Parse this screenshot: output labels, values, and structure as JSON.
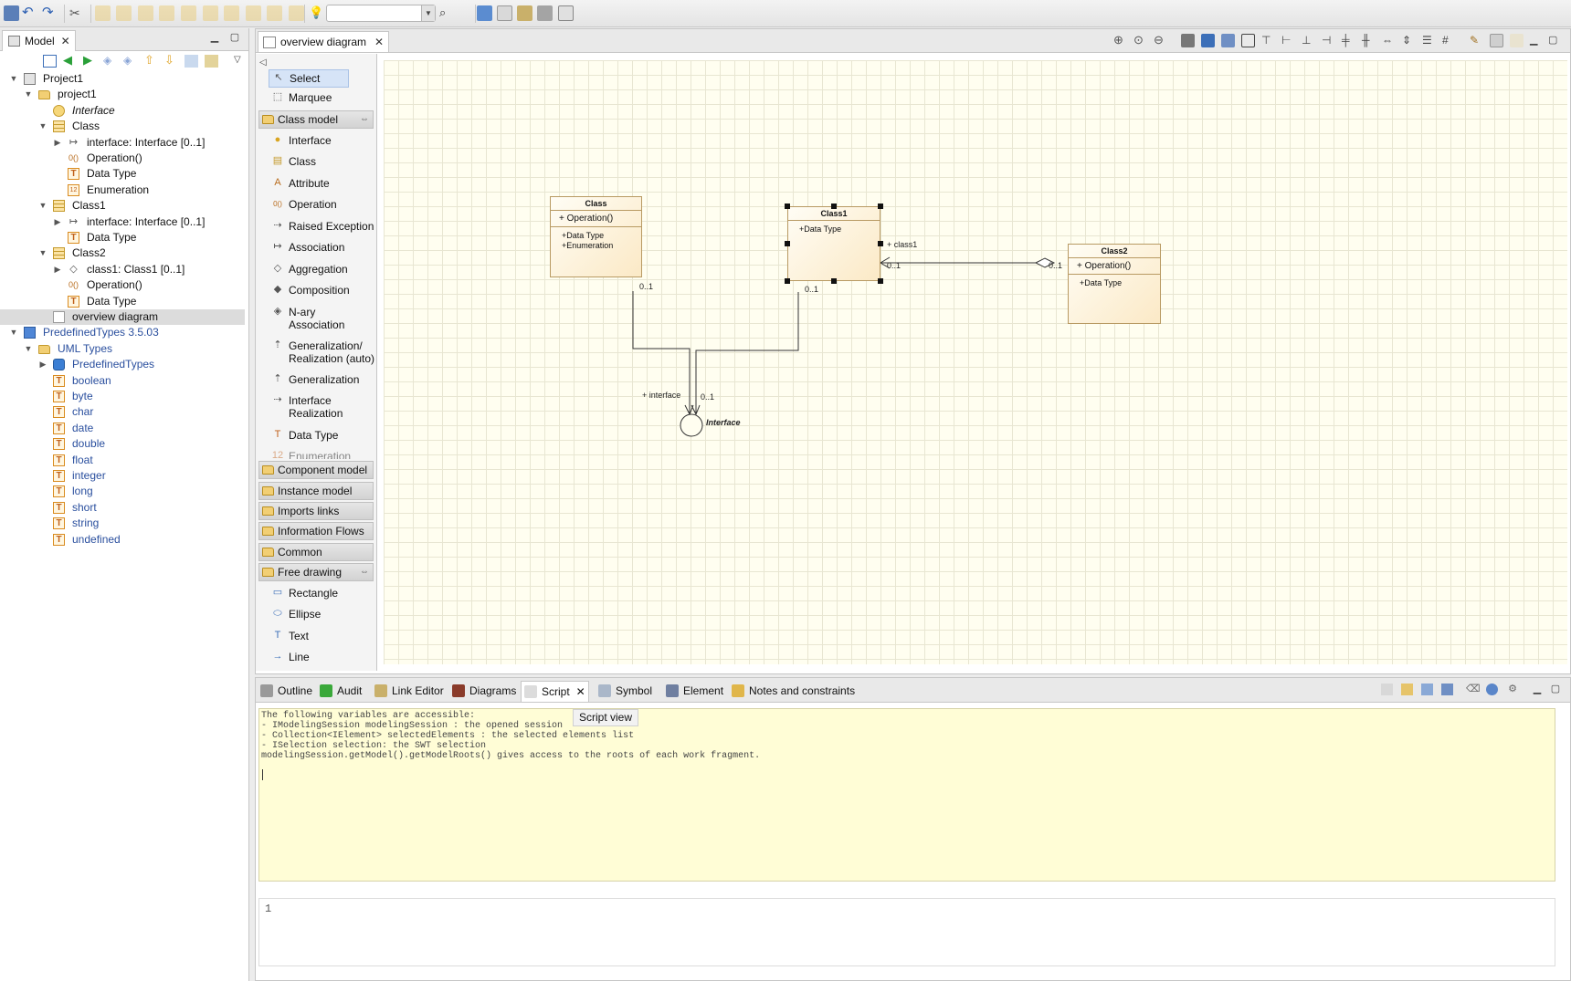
{
  "toolbar": {
    "combo_value": ""
  },
  "model_panel": {
    "tab_label": "Model",
    "tree": [
      {
        "label": "Project1",
        "icon": "project-icon",
        "depth": 0,
        "twisty": "open"
      },
      {
        "label": "project1",
        "icon": "folder-icon",
        "depth": 1,
        "twisty": "open"
      },
      {
        "label": "Interface",
        "icon": "interface-icon",
        "depth": 2,
        "twisty": "",
        "italic": true
      },
      {
        "label": "Class",
        "icon": "class-icon",
        "depth": 2,
        "twisty": "open"
      },
      {
        "label": "interface: Interface [0..1]",
        "icon": "association-end-icon",
        "depth": 3,
        "twisty": "closed"
      },
      {
        "label": "Operation()",
        "icon": "operation-icon",
        "depth": 3,
        "twisty": ""
      },
      {
        "label": "Data Type",
        "icon": "datatype-icon",
        "depth": 3,
        "twisty": ""
      },
      {
        "label": "Enumeration",
        "icon": "enumeration-icon",
        "depth": 3,
        "twisty": ""
      },
      {
        "label": "Class1",
        "icon": "class-icon",
        "depth": 2,
        "twisty": "open"
      },
      {
        "label": "interface: Interface [0..1]",
        "icon": "association-end-icon",
        "depth": 3,
        "twisty": "closed"
      },
      {
        "label": "Data Type",
        "icon": "datatype-icon",
        "depth": 3,
        "twisty": ""
      },
      {
        "label": "Class2",
        "icon": "class-icon",
        "depth": 2,
        "twisty": "open"
      },
      {
        "label": "class1: Class1 [0..1]",
        "icon": "aggregation-end-icon",
        "depth": 3,
        "twisty": "closed"
      },
      {
        "label": "Operation()",
        "icon": "operation-icon",
        "depth": 3,
        "twisty": ""
      },
      {
        "label": "Data Type",
        "icon": "datatype-icon",
        "depth": 3,
        "twisty": ""
      },
      {
        "label": "overview diagram",
        "icon": "diagram-icon",
        "depth": 2,
        "twisty": "",
        "selected": true
      },
      {
        "label": "PredefinedTypes 3.5.03",
        "icon": "predefined-types-icon",
        "depth": 0,
        "twisty": "open",
        "blue": true
      },
      {
        "label": "UML Types",
        "icon": "folder-icon",
        "depth": 1,
        "twisty": "open",
        "blue": true
      },
      {
        "label": "PredefinedTypes",
        "icon": "package-icon",
        "depth": 2,
        "twisty": "closed",
        "blue": true
      },
      {
        "label": "boolean",
        "icon": "datatype-icon",
        "depth": 2,
        "twisty": "",
        "blue": true
      },
      {
        "label": "byte",
        "icon": "datatype-icon",
        "depth": 2,
        "twisty": "",
        "blue": true
      },
      {
        "label": "char",
        "icon": "datatype-icon",
        "depth": 2,
        "twisty": "",
        "blue": true
      },
      {
        "label": "date",
        "icon": "datatype-icon",
        "depth": 2,
        "twisty": "",
        "blue": true
      },
      {
        "label": "double",
        "icon": "datatype-icon",
        "depth": 2,
        "twisty": "",
        "blue": true
      },
      {
        "label": "float",
        "icon": "datatype-icon",
        "depth": 2,
        "twisty": "",
        "blue": true
      },
      {
        "label": "integer",
        "icon": "datatype-icon",
        "depth": 2,
        "twisty": "",
        "blue": true
      },
      {
        "label": "long",
        "icon": "datatype-icon",
        "depth": 2,
        "twisty": "",
        "blue": true
      },
      {
        "label": "short",
        "icon": "datatype-icon",
        "depth": 2,
        "twisty": "",
        "blue": true
      },
      {
        "label": "string",
        "icon": "datatype-icon",
        "depth": 2,
        "twisty": "",
        "blue": true
      },
      {
        "label": "undefined",
        "icon": "datatype-icon",
        "depth": 2,
        "twisty": "",
        "blue": true
      }
    ]
  },
  "editor": {
    "tab_label": "overview diagram",
    "palette": {
      "tools": [
        {
          "label": "Select",
          "icon": "select-icon",
          "selected": true
        },
        {
          "label": "Marquee",
          "icon": "marquee-icon"
        }
      ],
      "class_model_group": "Class model",
      "class_model_items": [
        {
          "label": "Interface",
          "icon": "interface-icon"
        },
        {
          "label": "Class",
          "icon": "class-icon"
        },
        {
          "label": "Attribute",
          "icon": "attribute-icon"
        },
        {
          "label": "Operation",
          "icon": "operation-icon"
        },
        {
          "label": "Raised Exception",
          "icon": "raised-exception-icon"
        },
        {
          "label": "Association",
          "icon": "association-icon"
        },
        {
          "label": "Aggregation",
          "icon": "aggregation-icon"
        },
        {
          "label": "Composition",
          "icon": "composition-icon"
        },
        {
          "label": "N-ary\nAssociation",
          "icon": "nary-association-icon"
        },
        {
          "label": "Generalization/\nRealization (auto)",
          "icon": "generalization-auto-icon"
        },
        {
          "label": "Generalization",
          "icon": "generalization-icon"
        },
        {
          "label": "Interface\nRealization",
          "icon": "interface-realization-icon"
        },
        {
          "label": "Data Type",
          "icon": "datatype-icon"
        },
        {
          "label": "Enumeration",
          "icon": "enumeration-icon"
        }
      ],
      "groups": [
        {
          "label": "Component model"
        },
        {
          "label": "Instance model"
        },
        {
          "label": "Imports links"
        },
        {
          "label": "Information Flows"
        },
        {
          "label": "Common"
        },
        {
          "label": "Free drawing"
        }
      ],
      "free_drawing_items": [
        {
          "label": "Rectangle",
          "icon": "rectangle-icon"
        },
        {
          "label": "Ellipse",
          "icon": "ellipse-icon"
        },
        {
          "label": "Text",
          "icon": "text-tool-icon"
        },
        {
          "label": "Line",
          "icon": "line-icon"
        }
      ]
    },
    "diagram": {
      "class": {
        "name": "Class",
        "operation": "+ Operation()",
        "attributes": [
          "+Data Type",
          "+Enumeration"
        ]
      },
      "class1": {
        "name": "Class1",
        "attributes": [
          "+Data Type"
        ]
      },
      "class2": {
        "name": "Class2",
        "operation": "+ Operation()",
        "attributes": [
          "+Data Type"
        ]
      },
      "interface": {
        "name": "Interface"
      },
      "labels": {
        "class_mult": "0..1",
        "class1_mult": "0..1",
        "class1_role": "+ class1",
        "class1_agg_mult": "0..1",
        "class2_agg_mult": "0..1",
        "interface_role": "+ interface",
        "interface_mult": "0..1"
      }
    }
  },
  "bottom_panel": {
    "tabs": [
      {
        "label": "Outline",
        "icon": "outline-icon"
      },
      {
        "label": "Audit",
        "icon": "audit-flag-icon"
      },
      {
        "label": "Link Editor",
        "icon": "link-editor-icon"
      },
      {
        "label": "Diagrams",
        "icon": "diagrams-icon"
      },
      {
        "label": "Script",
        "icon": "script-icon",
        "active": true
      },
      {
        "label": "Symbol",
        "icon": "symbol-icon"
      },
      {
        "label": "Element",
        "icon": "element-icon"
      },
      {
        "label": "Notes and constraints",
        "icon": "notes-icon"
      }
    ],
    "tooltip": "Script view",
    "script_output": [
      "The following variables are accessible:",
      "- IModelingSession modelingSession : the opened session",
      "- Collection<IElement> selectedElements : the selected elements list",
      "- ISelection selection: the SWT selection",
      "modelingSession.getModel().getModelRoots() gives access to the roots of each work fragment."
    ],
    "line_number": "1"
  }
}
